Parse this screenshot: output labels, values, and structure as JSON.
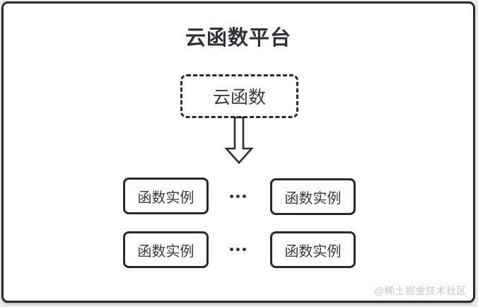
{
  "diagram": {
    "platform_title": "云函数平台",
    "cloud_function_label": "云函数",
    "instance_rows": [
      {
        "left": "函数实例",
        "dots": "•••",
        "right": "函数实例"
      },
      {
        "left": "函数实例",
        "dots": "•••",
        "right": "函数实例"
      }
    ]
  },
  "watermark": "@稀土掘金技术社区",
  "icons": {
    "down_arrow": "down-arrow-icon"
  },
  "colors": {
    "frame_border": "#2b2b2e",
    "box_border": "#2a2a2d",
    "text": "#33363b",
    "canvas": "#ffffff",
    "page_background": "#ebebeb",
    "watermark": "#c6c6c6"
  }
}
